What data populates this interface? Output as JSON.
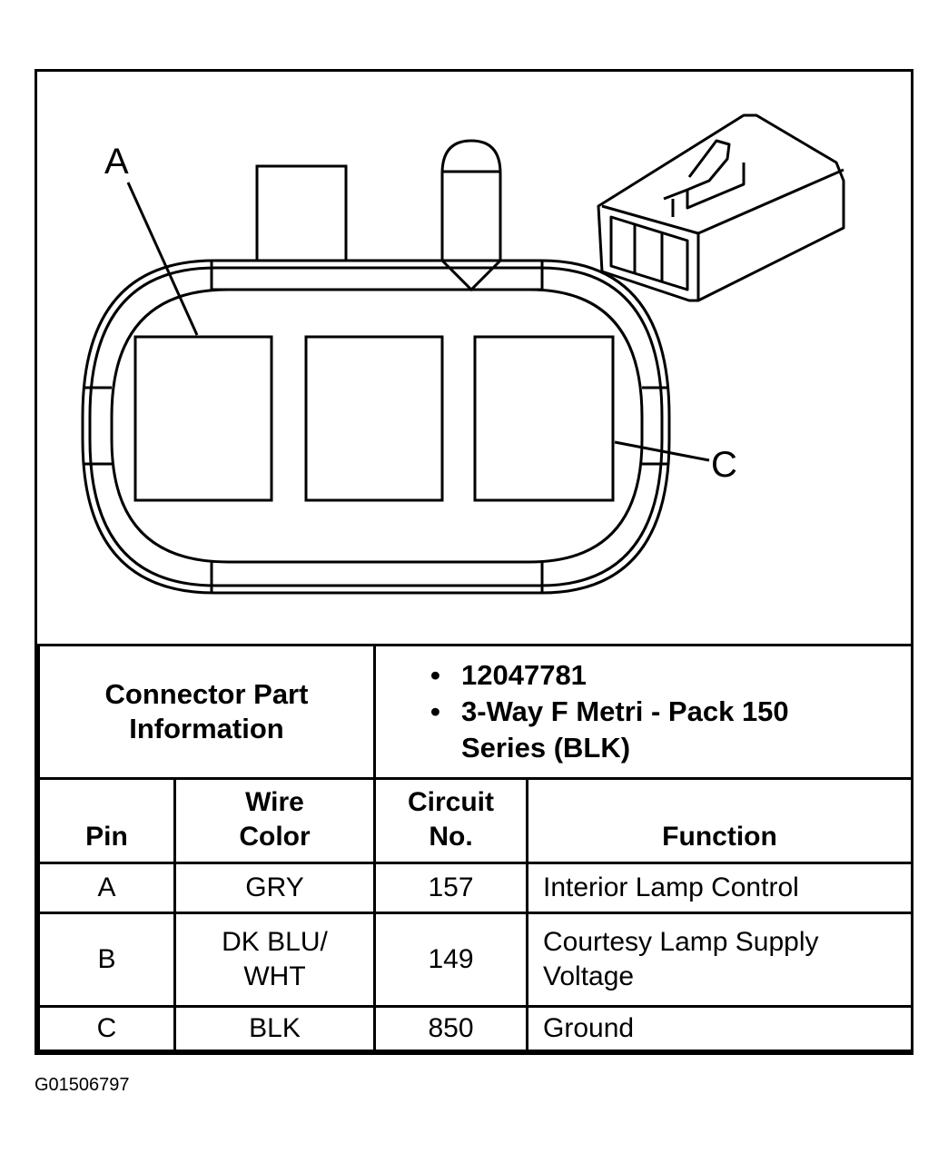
{
  "diagram": {
    "callouts": {
      "a": "A",
      "c": "C"
    }
  },
  "connector_info": {
    "label": "Connector Part Information",
    "values": [
      {
        "bullet": "•",
        "text": "12047781"
      },
      {
        "bullet": "•",
        "text": "3-Way F Metri - Pack 150 Series (BLK)"
      }
    ]
  },
  "table": {
    "headers": {
      "pin": "Pin",
      "wire_color": "Wire Color",
      "circuit": "Circuit No.",
      "function": "Function"
    },
    "rows": [
      {
        "pin": "A",
        "wire_color": "GRY",
        "circuit": "157",
        "function": "Interior Lamp Control"
      },
      {
        "pin": "B",
        "wire_color": "DK BLU/ WHT",
        "circuit": "149",
        "function": "Courtesy Lamp Supply Voltage"
      },
      {
        "pin": "C",
        "wire_color": "BLK",
        "circuit": "850",
        "function": "Ground"
      }
    ]
  },
  "figure_id": "G01506797"
}
